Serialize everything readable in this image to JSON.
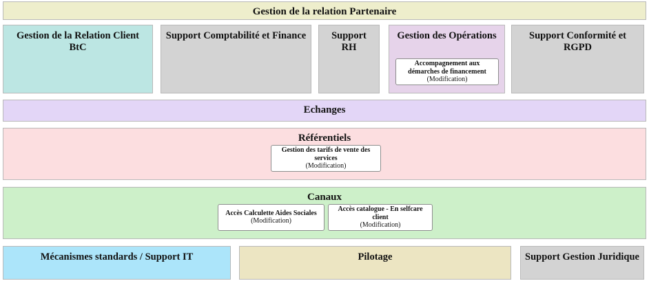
{
  "diagram": {
    "header": {
      "label": "Gestion de la relation Partenaire",
      "color": "#eeeecc"
    },
    "capabilities": [
      {
        "label": "Gestion de la Relation Client BtC",
        "color": "#bce6e3",
        "cards": []
      },
      {
        "label": "Support Comptabilité et Finance",
        "color": "#d3d3d3",
        "cards": []
      },
      {
        "label": "Support RH",
        "color": "#d3d3d3",
        "cards": []
      },
      {
        "label": "Gestion des Opérations",
        "color": "#e6d3ea",
        "cards": [
          {
            "title": "Accompagnement aux démarches de financement",
            "status": "(Modification)"
          }
        ]
      },
      {
        "label": "Support Conformité et RGPD",
        "color": "#d3d3d3",
        "cards": []
      }
    ],
    "bands": [
      {
        "label": "Echanges",
        "color": "#e3d6f7",
        "cards": []
      },
      {
        "label": "Référentiels",
        "color": "#fcdee0",
        "cards": [
          {
            "title": "Gestion des tarifs de vente des services",
            "status": "(Modification)"
          }
        ]
      },
      {
        "label": "Canaux",
        "color": "#cdf0c9",
        "cards": [
          {
            "title": "Accès Calculette Aides Sociales",
            "status": "(Modification)"
          },
          {
            "title": "Accès catalogue - En selfcare client",
            "status": "(Modification)"
          }
        ]
      }
    ],
    "footer": [
      {
        "label": "Mécanismes standards / Support IT",
        "color": "#ace5fa"
      },
      {
        "label": "Pilotage",
        "color": "#ece5c2"
      },
      {
        "label": "Support Gestion Juridique",
        "color": "#d3d3d3"
      }
    ]
  }
}
